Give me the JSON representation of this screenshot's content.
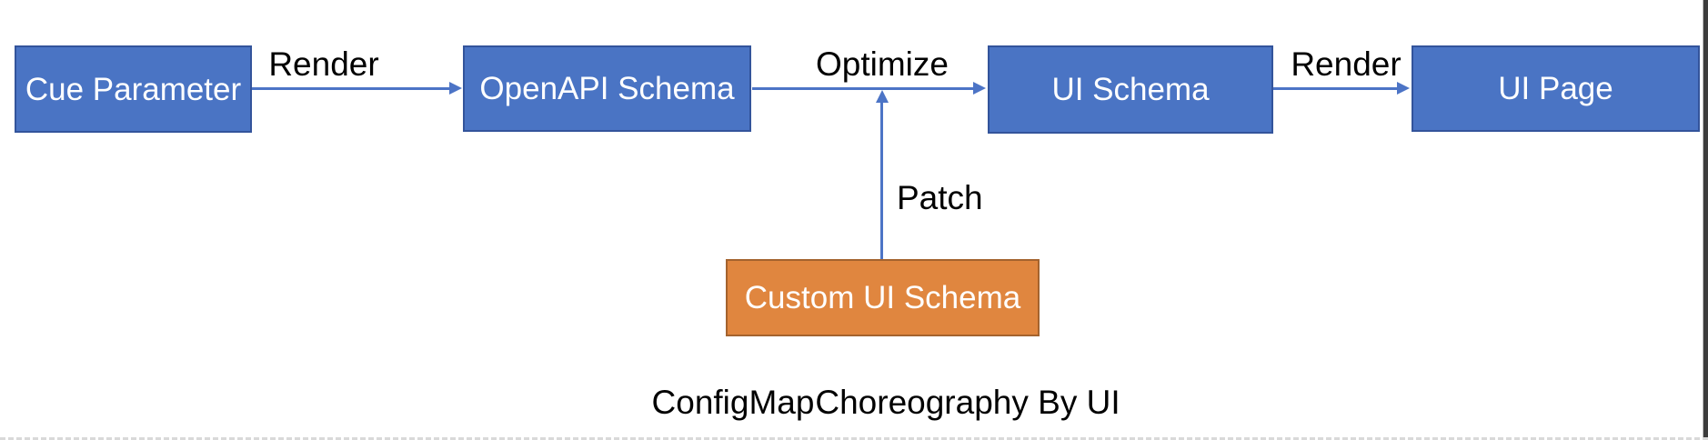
{
  "diagram": {
    "nodes": [
      {
        "id": "cue-parameter",
        "label": "Cue Parameter",
        "type": "blue"
      },
      {
        "id": "openapi-schema",
        "label": "OpenAPI Schema",
        "type": "blue"
      },
      {
        "id": "ui-schema",
        "label": "UI Schema",
        "type": "blue"
      },
      {
        "id": "ui-page",
        "label": "UI Page",
        "type": "blue"
      },
      {
        "id": "custom-ui-schema",
        "label": "Custom UI Schema",
        "type": "orange"
      }
    ],
    "edges": [
      {
        "from": "cue-parameter",
        "to": "openapi-schema",
        "label": "Render",
        "direction": "right"
      },
      {
        "from": "openapi-schema",
        "to": "ui-schema",
        "label": "Optimize",
        "direction": "right"
      },
      {
        "from": "ui-schema",
        "to": "ui-page",
        "label": "Render",
        "direction": "right"
      },
      {
        "from": "custom-ui-schema",
        "to": "optimize-edge",
        "label": "Patch",
        "direction": "up"
      }
    ],
    "captions": {
      "left": "ConfigMap",
      "right": "Choreography By UI"
    },
    "colors": {
      "node_blue_fill": "#4A74C4",
      "node_blue_border": "#33549B",
      "node_orange_fill": "#E0863F",
      "node_orange_border": "#A4632E",
      "arrow": "#4C74C6",
      "node_text": "#FFFFFF",
      "label_text": "#000000"
    }
  }
}
